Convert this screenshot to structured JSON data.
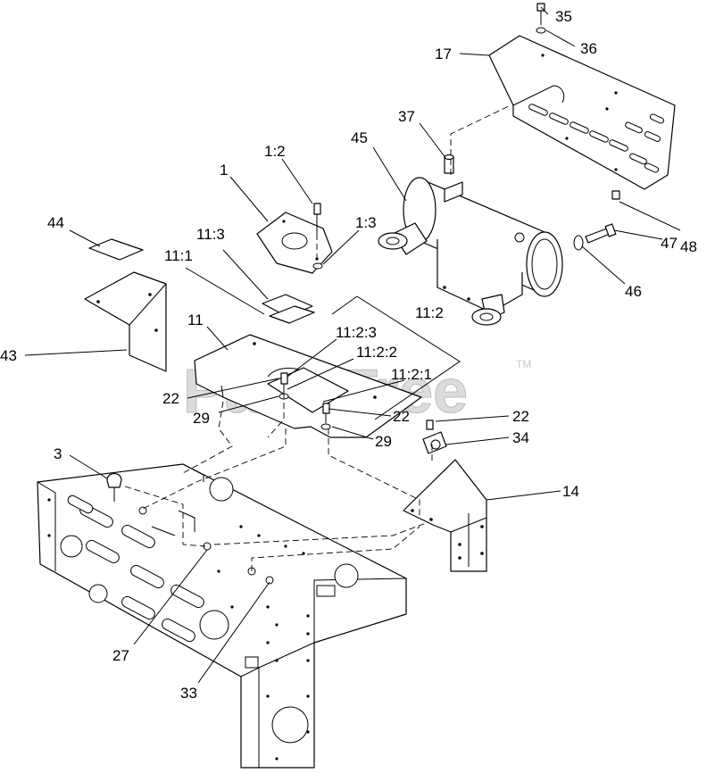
{
  "watermark": {
    "text": "PartsTree",
    "trademark": "TM"
  },
  "callouts": {
    "c35": "35",
    "c36": "36",
    "c17": "17",
    "c37": "37",
    "c45": "45",
    "c1_2": "1:2",
    "c1": "1",
    "c1_3": "1:3",
    "c44": "44",
    "c11_3": "11:3",
    "c11_1": "11:1",
    "c48": "48",
    "c47": "47",
    "c46": "46",
    "c11_2": "11:2",
    "c11": "11",
    "c11_2_3": "11:2:3",
    "c11_2_2": "11:2:2",
    "c11_2_1": "11:2:1",
    "c43": "43",
    "c22a": "22",
    "c22b": "22",
    "c22c": "22",
    "c29a": "29",
    "c29b": "29",
    "c34": "34",
    "c3": "3",
    "c14": "14",
    "c27": "27",
    "c33": "33"
  },
  "colors": {
    "line": "#000000",
    "watermark_fill": "#dcdcdc",
    "background": "#ffffff"
  }
}
